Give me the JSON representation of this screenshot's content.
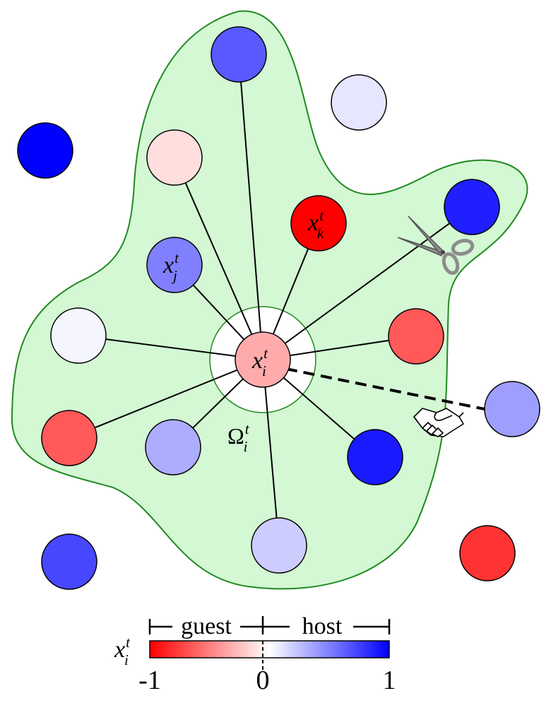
{
  "colors": {
    "region_fill": "#d4f7d4",
    "region_stroke": "#1f8a1f",
    "edge": "#000000",
    "scale_neg": "#ff0000",
    "scale_mid": "#ffffff",
    "scale_pos": "#0000ff"
  },
  "labels": {
    "center_var": "x",
    "center_sup": "t",
    "center_sub": "i",
    "node_j_var": "x",
    "node_j_sup": "t",
    "node_j_sub": "j",
    "node_k_var": "x",
    "node_k_sup": "t",
    "node_k_sub": "k",
    "omega_var": "Ω",
    "omega_sup": "t",
    "omega_sub": "i"
  },
  "icons": {
    "cut_edge": "scissors-icon",
    "new_edge": "handshake-icon"
  },
  "scale": {
    "var": "x",
    "sup": "t",
    "sub": "i",
    "left_label": "guest",
    "right_label": "host",
    "tick_min": "-1",
    "tick_mid": "0",
    "tick_max": "1"
  },
  "nodes": [
    {
      "id": "n-top",
      "value": 0.65
    },
    {
      "id": "n-top-right",
      "value": 0.1
    },
    {
      "id": "n-far-left",
      "value": 1.0
    },
    {
      "id": "n-pink",
      "value": -0.13
    },
    {
      "id": "n-k",
      "value": -1.0
    },
    {
      "id": "n-right-blue",
      "value": 0.88
    },
    {
      "id": "n-j",
      "value": 0.5
    },
    {
      "id": "n-white-left",
      "value": 0.04
    },
    {
      "id": "n-center",
      "value": -0.33
    },
    {
      "id": "n-right-red",
      "value": -0.65
    },
    {
      "id": "n-outside-right",
      "value": 0.38
    },
    {
      "id": "n-left-red",
      "value": -0.65
    },
    {
      "id": "n-lavender",
      "value": 0.32
    },
    {
      "id": "n-blue-lower",
      "value": 0.9
    },
    {
      "id": "n-bottom",
      "value": 0.2
    },
    {
      "id": "n-bottom-left",
      "value": 0.72
    },
    {
      "id": "n-bottom-right",
      "value": -0.8
    }
  ]
}
